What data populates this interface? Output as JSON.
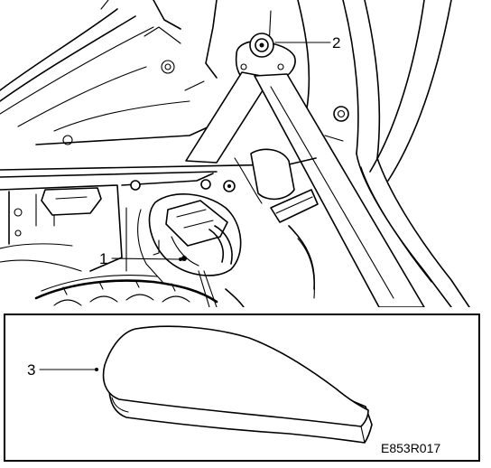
{
  "callouts": {
    "c1": "1",
    "c2": "2",
    "c3": "3"
  },
  "figure_code": "E853R017",
  "icons": {
    "main_view": "seat-belt-reel-trim-icon",
    "inset_view": "trim-cover-icon"
  }
}
